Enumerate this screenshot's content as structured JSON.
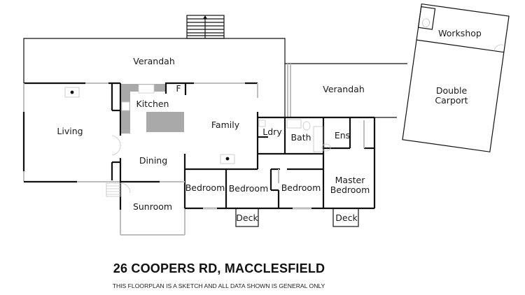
{
  "rooms": {
    "verandah_main": "Verandah",
    "verandah_side": "Verandah",
    "living": "Living",
    "kitchen": "Kitchen",
    "fridge": "F",
    "family": "Family",
    "dining": "Dining",
    "sunroom": "Sunroom",
    "laundry": "Ldry",
    "bath": "Bath",
    "ensuite": "Ens",
    "bedroom_1": "Bedroom",
    "bedroom_2": "Bedroom",
    "bedroom_3": "Bedroom",
    "master_bedroom_line1": "Master",
    "master_bedroom_line2": "Bedroom",
    "deck_1": "Deck",
    "deck_2": "Deck",
    "workshop": "Workshop",
    "carport_line1": "Double",
    "carport_line2": "Carport"
  },
  "footer": {
    "address": "26 COOPERS RD, MACCLESFIELD",
    "disclaimer": "THIS FLOORPLAN IS A SKETCH AND ALL DATA SHOWN IS GENERAL ONLY"
  }
}
